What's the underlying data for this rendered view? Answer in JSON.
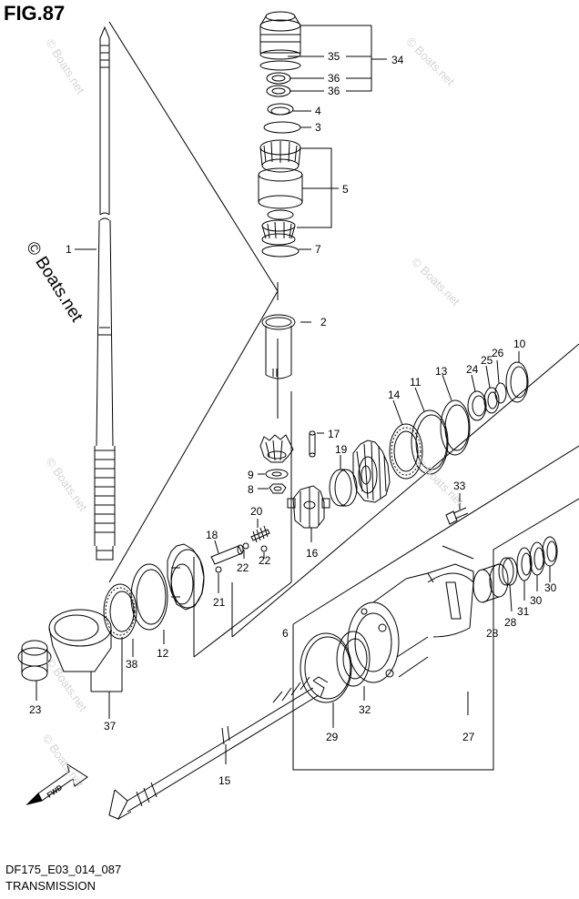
{
  "figure": {
    "title": "FIG.87",
    "code": "DF175_E03_014_087",
    "name": "TRANSMISSION"
  },
  "watermark": {
    "text": "© Boats.net",
    "light_color": "#d4d4d4",
    "dark_color": "#000000"
  },
  "callouts": [
    "1",
    "2",
    "3",
    "4",
    "5",
    "6",
    "7",
    "8",
    "9",
    "10",
    "11",
    "12",
    "13",
    "14",
    "15",
    "16",
    "17",
    "18",
    "19",
    "20",
    "21",
    "22",
    "22",
    "23",
    "24",
    "25",
    "26",
    "27",
    "28",
    "28",
    "29",
    "30",
    "30",
    "31",
    "32",
    "33",
    "34",
    "35",
    "36",
    "36",
    "37",
    "38"
  ],
  "fwd_label": "FWD"
}
